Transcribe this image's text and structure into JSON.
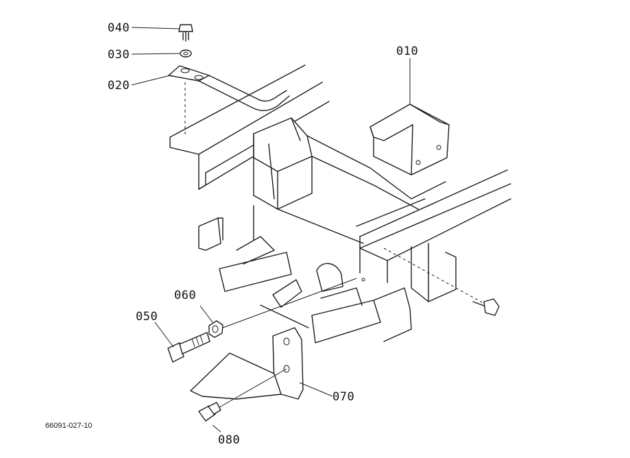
{
  "diagram": {
    "figure_code": "66091-027-10",
    "parts": [
      {
        "id": "010"
      },
      {
        "id": "020"
      },
      {
        "id": "030"
      },
      {
        "id": "040"
      },
      {
        "id": "050"
      },
      {
        "id": "060"
      },
      {
        "id": "070"
      },
      {
        "id": "080"
      }
    ]
  }
}
